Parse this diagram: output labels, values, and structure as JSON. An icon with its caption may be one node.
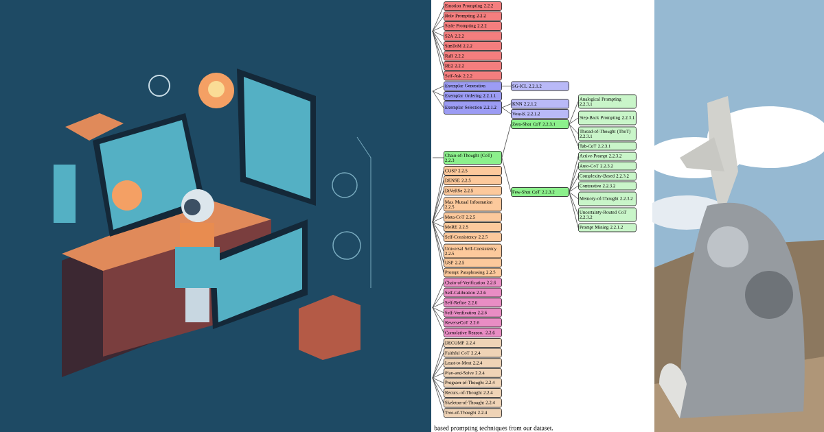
{
  "diagram": {
    "nodes": [
      {
        "text": [
          "Emotion Prompting 2.2.2"
        ]
      },
      {
        "text": [
          "Role Prompting 2.2.2"
        ]
      },
      {
        "text": [
          "Style Prompting 2.2.2"
        ]
      },
      {
        "text": [
          "S2A 2.2.2"
        ]
      },
      {
        "text": [
          "SimToM 2.2.2"
        ]
      },
      {
        "text": [
          "RaR 2.2.2"
        ]
      },
      {
        "text": [
          "RE2 2.2.2"
        ]
      },
      {
        "text": [
          "Self-Ask 2.2.2"
        ]
      },
      {
        "text": [
          "Exemplar Generation"
        ]
      },
      {
        "text": [
          "Exemplar Ordering 2.2.1.1"
        ]
      },
      {
        "text": [
          "Exemplar Selection 2.2.1.2"
        ]
      },
      {
        "text": [
          "SG-ICL 2.2.1.2"
        ]
      },
      {
        "text": [
          "KNN 2.2.1.2"
        ]
      },
      {
        "text": [
          "Vote-K 2.2.1.2"
        ]
      },
      {
        "text": [
          "Chain-of-Thought (CoT) 2.2.3"
        ]
      },
      {
        "text": [
          "Zero-Shot CoT 2.2.3.1"
        ]
      },
      {
        "text": [
          "Analogical Prompting 2.2.3.1"
        ]
      },
      {
        "text": [
          "Step-Back Prompting 2.2.3.1"
        ]
      },
      {
        "text": [
          "Thread-of-Thought (ThoT) 2.2.3.1"
        ]
      },
      {
        "text": [
          "Tab-CoT 2.2.3.1"
        ]
      },
      {
        "text": [
          "Few-Shot CoT 2.2.3.2"
        ]
      },
      {
        "text": [
          "Active-Prompt 2.2.3.2"
        ]
      },
      {
        "text": [
          "Auto-CoT 2.2.3.2"
        ]
      },
      {
        "text": [
          "Complexity-Based 2.2.3.2"
        ]
      },
      {
        "text": [
          "Contrastive 2.2.3.2"
        ]
      },
      {
        "text": [
          "Memory-of-Thought 2.2.3.2"
        ]
      },
      {
        "text": [
          "Uncertainty-Routed CoT 2.2.3.2"
        ]
      },
      {
        "text": [
          "Prompt Mining 2.2.1.2"
        ]
      },
      {
        "text": [
          "COSP 2.2.5"
        ]
      },
      {
        "text": [
          "DENSE 2.2.5"
        ]
      },
      {
        "text": [
          "DiVeRSe 2.2.5"
        ]
      },
      {
        "text": [
          "Max Mutual Information 2.2.5"
        ]
      },
      {
        "text": [
          "Meta-CoT 2.2.5"
        ]
      },
      {
        "text": [
          "MoRE 2.2.5"
        ]
      },
      {
        "text": [
          "Self-Consistency 2.2.5"
        ]
      },
      {
        "text": [
          "Universal Self-Consistency 2.2.5"
        ]
      },
      {
        "text": [
          "USP 2.2.5"
        ]
      },
      {
        "text": [
          "Prompt Paraphrasing 2.2.5"
        ]
      },
      {
        "text": [
          "Chain-of-Verification 2.2.6"
        ]
      },
      {
        "text": [
          "Self-Calibration 2.2.6"
        ]
      },
      {
        "text": [
          "Self-Refine 2.2.6"
        ]
      },
      {
        "text": [
          "Self-Verification 2.2.6"
        ]
      },
      {
        "text": [
          "ReverseCoT 2.2.6"
        ]
      },
      {
        "text": [
          "Cumulative Reason. 2.2.6"
        ]
      },
      {
        "text": [
          "DECOMP 2.2.4"
        ]
      },
      {
        "text": [
          "Faithful CoT 2.2.4"
        ]
      },
      {
        "text": [
          "Least-to-Most 2.2.4"
        ]
      },
      {
        "text": [
          "Plan-and-Solve 2.2.4"
        ]
      },
      {
        "text": [
          "Program-of-Thought 2.2.4"
        ]
      },
      {
        "text": [
          "Recurs.-of-Thought 2.2.4"
        ]
      },
      {
        "text": [
          "Skeleton-of-Thought 2.2.4"
        ]
      },
      {
        "text": [
          "Tree-of-Thought 2.2.4"
        ]
      }
    ],
    "edges": [
      {
        "from": null,
        "to": 0,
        "arrow": "none"
      },
      {
        "from": null,
        "to": 1,
        "arrow": "none"
      },
      {
        "from": null,
        "to": 2,
        "arrow": "none"
      },
      {
        "from": null,
        "to": 3,
        "arrow": "none"
      },
      {
        "from": null,
        "to": 4,
        "arrow": "none"
      },
      {
        "from": null,
        "to": 5,
        "arrow": "none"
      },
      {
        "from": null,
        "to": 6,
        "arrow": "none"
      },
      {
        "from": null,
        "to": 7,
        "arrow": "none"
      },
      {
        "from": null,
        "to": 8,
        "arrow": "none"
      },
      {
        "from": null,
        "to": 9,
        "arrow": "none"
      },
      {
        "from": null,
        "to": 10,
        "arrow": "none"
      },
      {
        "from": 8,
        "to": 11,
        "arrow": "none"
      },
      {
        "from": 10,
        "to": 12,
        "arrow": "none"
      },
      {
        "from": 10,
        "to": 13,
        "arrow": "none"
      },
      {
        "from": null,
        "to": 14,
        "arrow": "none"
      },
      {
        "from": 14,
        "to": 15,
        "arrow": "none"
      },
      {
        "from": 15,
        "to": 16,
        "arrow": "none"
      },
      {
        "from": 15,
        "to": 17,
        "arrow": "none"
      },
      {
        "from": 15,
        "to": 18,
        "arrow": "none"
      },
      {
        "from": 15,
        "to": 19,
        "arrow": "none"
      },
      {
        "from": 14,
        "to": 20,
        "arrow": "none"
      },
      {
        "from": 20,
        "to": 21,
        "arrow": "none"
      },
      {
        "from": 20,
        "to": 22,
        "arrow": "none"
      },
      {
        "from": 20,
        "to": 23,
        "arrow": "none"
      },
      {
        "from": 20,
        "to": 24,
        "arrow": "none"
      },
      {
        "from": 20,
        "to": 25,
        "arrow": "none"
      },
      {
        "from": 20,
        "to": 26,
        "arrow": "none"
      },
      {
        "from": 20,
        "to": 27,
        "arrow": "none"
      },
      {
        "from": null,
        "to": 28,
        "arrow": "none"
      },
      {
        "from": null,
        "to": 29,
        "arrow": "none"
      },
      {
        "from": null,
        "to": 30,
        "arrow": "none"
      },
      {
        "from": null,
        "to": 31,
        "arrow": "none"
      },
      {
        "from": null,
        "to": 32,
        "arrow": "none"
      },
      {
        "from": null,
        "to": 33,
        "arrow": "none"
      },
      {
        "from": null,
        "to": 34,
        "arrow": "none"
      },
      {
        "from": null,
        "to": 35,
        "arrow": "none"
      },
      {
        "from": null,
        "to": 36,
        "arrow": "none"
      },
      {
        "from": null,
        "to": 37,
        "arrow": "none"
      },
      {
        "from": null,
        "to": 38,
        "arrow": "none"
      },
      {
        "from": null,
        "to": 39,
        "arrow": "none"
      },
      {
        "from": null,
        "to": 40,
        "arrow": "none"
      },
      {
        "from": null,
        "to": 41,
        "arrow": "none"
      },
      {
        "from": null,
        "to": 42,
        "arrow": "none"
      },
      {
        "from": null,
        "to": 43,
        "arrow": "none"
      },
      {
        "from": null,
        "to": 44,
        "arrow": "none"
      },
      {
        "from": null,
        "to": 45,
        "arrow": "none"
      },
      {
        "from": null,
        "to": 46,
        "arrow": "none"
      },
      {
        "from": null,
        "to": 47,
        "arrow": "none"
      },
      {
        "from": null,
        "to": 48,
        "arrow": "none"
      },
      {
        "from": null,
        "to": 49,
        "arrow": "none"
      },
      {
        "from": null,
        "to": 50,
        "arrow": "none"
      },
      {
        "from": null,
        "to": 51,
        "arrow": "none"
      }
    ],
    "labels": [
      "based prompting techniques from our dataset."
    ]
  }
}
